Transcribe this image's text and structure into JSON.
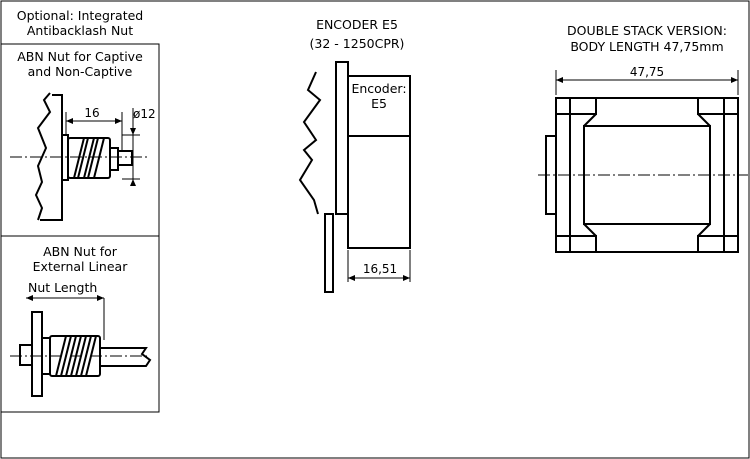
{
  "panel_captive": {
    "optional_line1": "Optional: Integrated",
    "optional_line2": "Antibacklash Nut",
    "title_line1": "ABN Nut for Captive",
    "title_line2": "and Non-Captive",
    "dim_length": "16",
    "dim_diameter": "ø12"
  },
  "panel_external": {
    "title_line1": "ABN Nut for",
    "title_line2": "External Linear",
    "dim_label": "Nut Length"
  },
  "encoder_view": {
    "title_line1": "ENCODER E5",
    "title_line2": "(32 - 1250CPR)",
    "box_label_line1": "Encoder:",
    "box_label_line2": "E5",
    "dim_width": "16,51"
  },
  "double_stack_view": {
    "title_line1": "DOUBLE STACK VERSION:",
    "title_line2": "BODY LENGTH 47,75mm",
    "dim_length": "47,75"
  }
}
